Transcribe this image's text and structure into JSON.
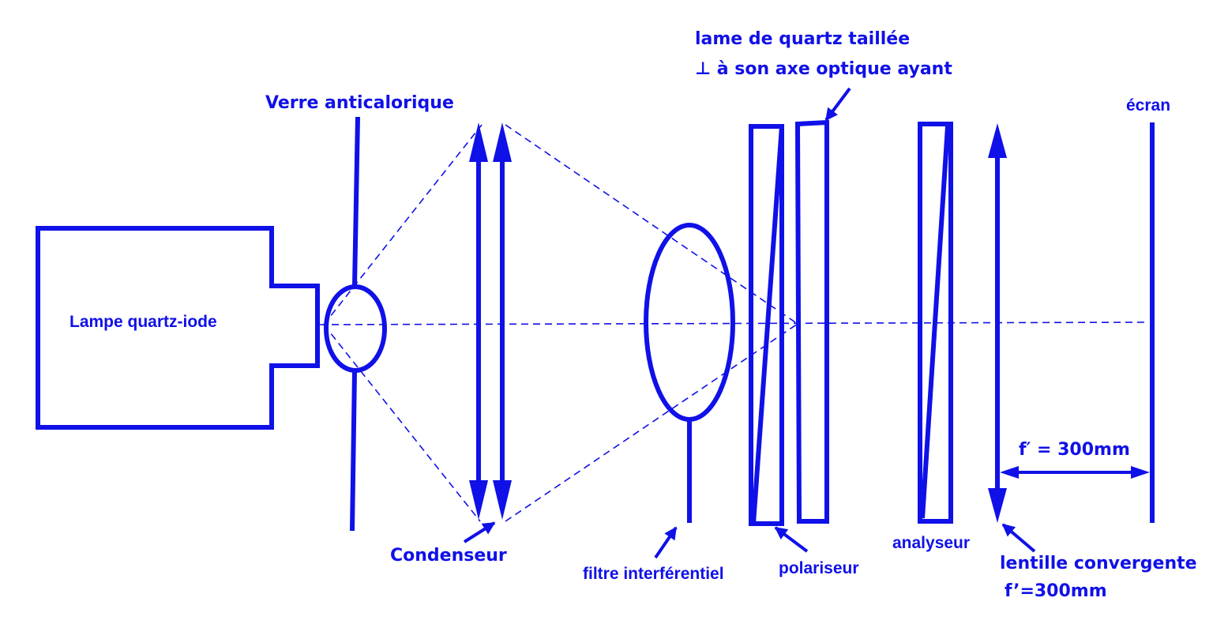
{
  "labels": {
    "lamp": "Lampe quartz-iode",
    "verre": "Verre anticalorique",
    "condenseur": "Condenseur",
    "filtre": "filtre interférentiel",
    "polariseur": "polariseur",
    "lame_line1": "lame de quartz taillée",
    "lame_line2": "⊥ à son axe optique ayant",
    "analyseur": "analyseur",
    "lentille_line1": "lentille convergente",
    "lentille_line2": "f’=300mm",
    "focal": "f′ = 300mm",
    "ecran": "écran"
  },
  "colors": {
    "ink": "#1010e8",
    "background": "#ffffff"
  }
}
